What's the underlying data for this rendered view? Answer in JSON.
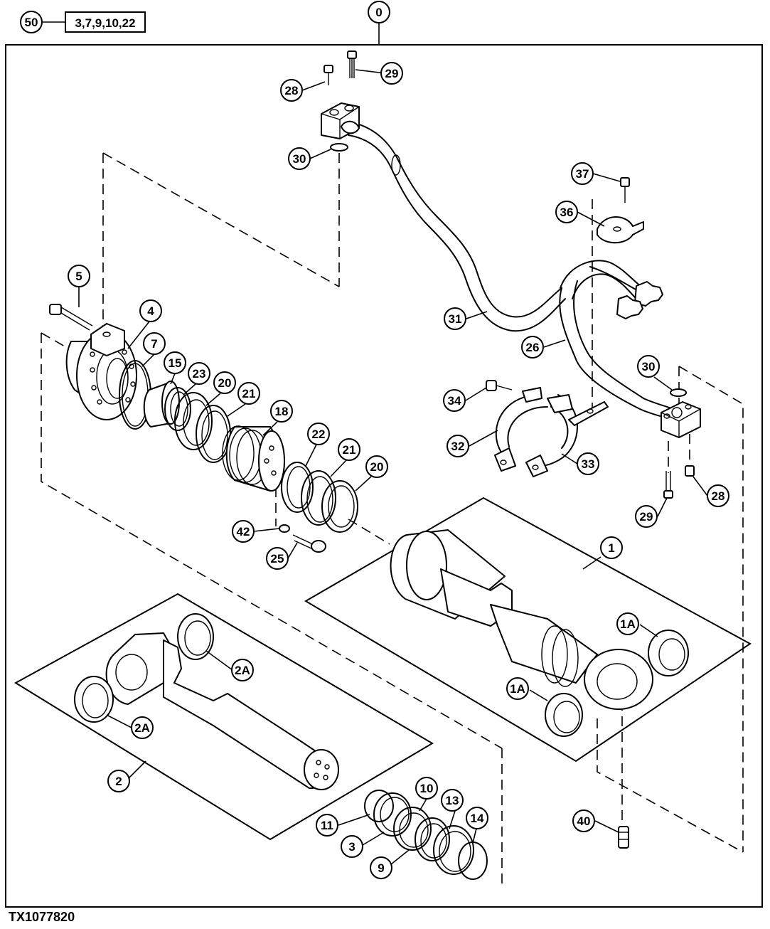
{
  "sheet_id": "TX1077820",
  "header_callout": {
    "label": "50",
    "boxed_text": "3,7,9,10,22"
  },
  "callouts": [
    {
      "key": "c0",
      "label": "0"
    },
    {
      "key": "c29a",
      "label": "29"
    },
    {
      "key": "c28a",
      "label": "28"
    },
    {
      "key": "c30a",
      "label": "30"
    },
    {
      "key": "c37",
      "label": "37"
    },
    {
      "key": "c36",
      "label": "36"
    },
    {
      "key": "c5",
      "label": "5"
    },
    {
      "key": "c4",
      "label": "4"
    },
    {
      "key": "c31",
      "label": "31"
    },
    {
      "key": "c26",
      "label": "26"
    },
    {
      "key": "c7",
      "label": "7"
    },
    {
      "key": "c15",
      "label": "15"
    },
    {
      "key": "c23",
      "label": "23"
    },
    {
      "key": "c20a",
      "label": "20"
    },
    {
      "key": "c21a",
      "label": "21"
    },
    {
      "key": "c18",
      "label": "18"
    },
    {
      "key": "c30b",
      "label": "30"
    },
    {
      "key": "c34",
      "label": "34"
    },
    {
      "key": "c22",
      "label": "22"
    },
    {
      "key": "c21b",
      "label": "21"
    },
    {
      "key": "c20b",
      "label": "20"
    },
    {
      "key": "c32",
      "label": "32"
    },
    {
      "key": "c33",
      "label": "33"
    },
    {
      "key": "c28b",
      "label": "28"
    },
    {
      "key": "c29b",
      "label": "29"
    },
    {
      "key": "c42",
      "label": "42"
    },
    {
      "key": "c25",
      "label": "25"
    },
    {
      "key": "c1",
      "label": "1"
    },
    {
      "key": "c1Aa",
      "label": "1A"
    },
    {
      "key": "c1Ab",
      "label": "1A"
    },
    {
      "key": "c2Aa",
      "label": "2A"
    },
    {
      "key": "c2Ab",
      "label": "2A"
    },
    {
      "key": "c2",
      "label": "2"
    },
    {
      "key": "c10",
      "label": "10"
    },
    {
      "key": "c13",
      "label": "13"
    },
    {
      "key": "c14",
      "label": "14"
    },
    {
      "key": "c11",
      "label": "11"
    },
    {
      "key": "c3",
      "label": "3"
    },
    {
      "key": "c9",
      "label": "9"
    },
    {
      "key": "c40",
      "label": "40"
    }
  ]
}
